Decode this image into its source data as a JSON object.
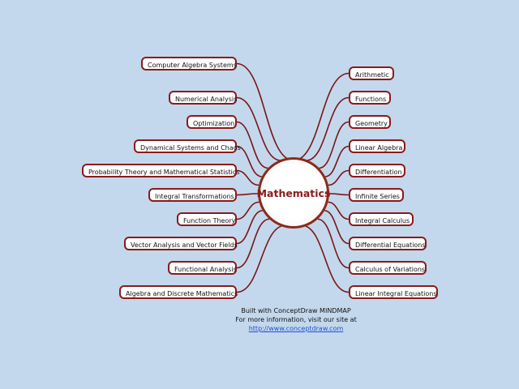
{
  "center": {
    "label": "Mathematics"
  },
  "left_topics": [
    {
      "label": "Computer Algebra Systems"
    },
    {
      "label": "Numerical Analysis"
    },
    {
      "label": "Optimization"
    },
    {
      "label": "Dynamical Systems and Chaos"
    },
    {
      "label": "Probability Theory and Mathematical Statistics"
    },
    {
      "label": "Integral Transformations"
    },
    {
      "label": "Function Theory"
    },
    {
      "label": "Vector Analysis and Vector Fields"
    },
    {
      "label": "Functional Analysis"
    },
    {
      "label": "Algebra and Discrete Mathematics"
    }
  ],
  "right_topics": [
    {
      "label": "Arithmetic"
    },
    {
      "label": "Functions"
    },
    {
      "label": "Geometry"
    },
    {
      "label": "Linear Algebra"
    },
    {
      "label": "Differentiation"
    },
    {
      "label": "Infinite Series"
    },
    {
      "label": "Integral Calculus"
    },
    {
      "label": "Differential Equations"
    },
    {
      "label": "Calculus of Variations"
    },
    {
      "label": "Linear Integral Equations"
    }
  ],
  "credits": {
    "line1": "Built with ConceptDraw MINDMAP",
    "line2": "For more information, visit our site at",
    "url": "http://www.conceptdraw.com"
  },
  "colors": {
    "branch": "#7a1414",
    "background": "#c3d8ec",
    "title": "#8b1a1a"
  }
}
